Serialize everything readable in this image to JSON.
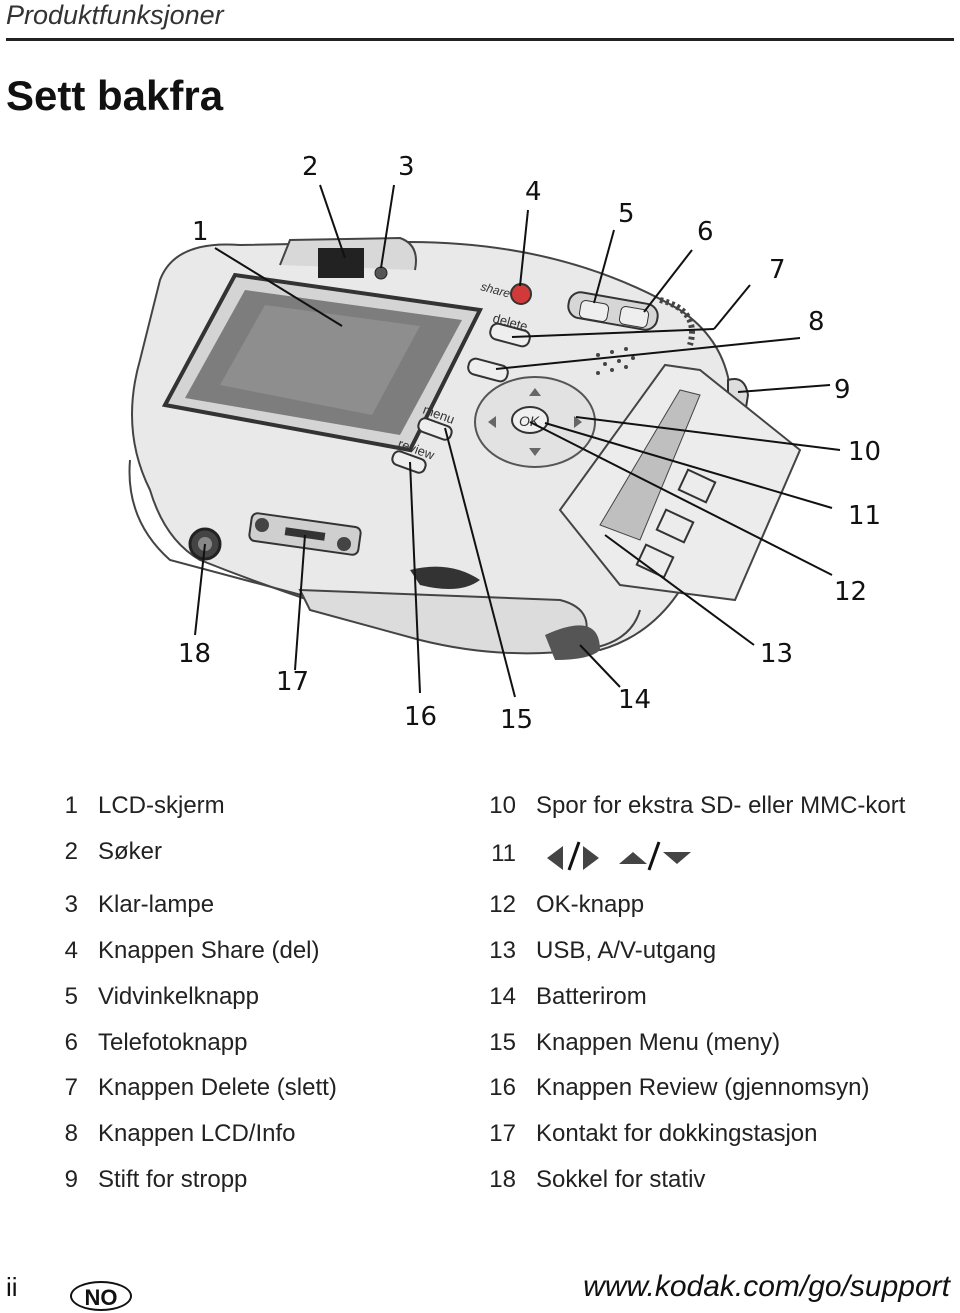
{
  "header": {
    "section": "Produktfunksjoner"
  },
  "page": {
    "title": "Sett bakfra"
  },
  "callouts": [
    "1",
    "2",
    "3",
    "4",
    "5",
    "6",
    "7",
    "8",
    "9",
    "10",
    "11",
    "12",
    "13",
    "14",
    "15",
    "16",
    "17",
    "18"
  ],
  "camera_labels": {
    "share": "share",
    "delete": "delete",
    "menu": "menu",
    "review": "review",
    "ok": "OK"
  },
  "legend": {
    "left": [
      {
        "num": "1",
        "label": "LCD-skjerm"
      },
      {
        "num": "2",
        "label": "Søker"
      },
      {
        "num": "3",
        "label": "Klar-lampe"
      },
      {
        "num": "4",
        "label": "Knappen Share (del)"
      },
      {
        "num": "5",
        "label": "Vidvinkelknapp"
      },
      {
        "num": "6",
        "label": "Telefotoknapp"
      },
      {
        "num": "7",
        "label": "Knappen Delete (slett)"
      },
      {
        "num": "8",
        "label": "Knappen LCD/Info"
      },
      {
        "num": "9",
        "label": "Stift for stropp"
      }
    ],
    "right": [
      {
        "num": "10",
        "label": "Spor for ekstra SD- eller MMC-kort"
      },
      {
        "num": "11",
        "label": ""
      },
      {
        "num": "12",
        "label": "OK-knapp"
      },
      {
        "num": "13",
        "label": "USB, A/V-utgang"
      },
      {
        "num": "14",
        "label": "Batterirom"
      },
      {
        "num": "15",
        "label": "Knappen Menu (meny)"
      },
      {
        "num": "16",
        "label": "Knappen Review (gjennomsyn)"
      },
      {
        "num": "17",
        "label": "Kontakt for dokkingstasjon"
      },
      {
        "num": "18",
        "label": "Sokkel for stativ"
      }
    ]
  },
  "footer": {
    "page_number": "ii",
    "language_badge": "NO",
    "url": "www.kodak.com/go/support"
  }
}
